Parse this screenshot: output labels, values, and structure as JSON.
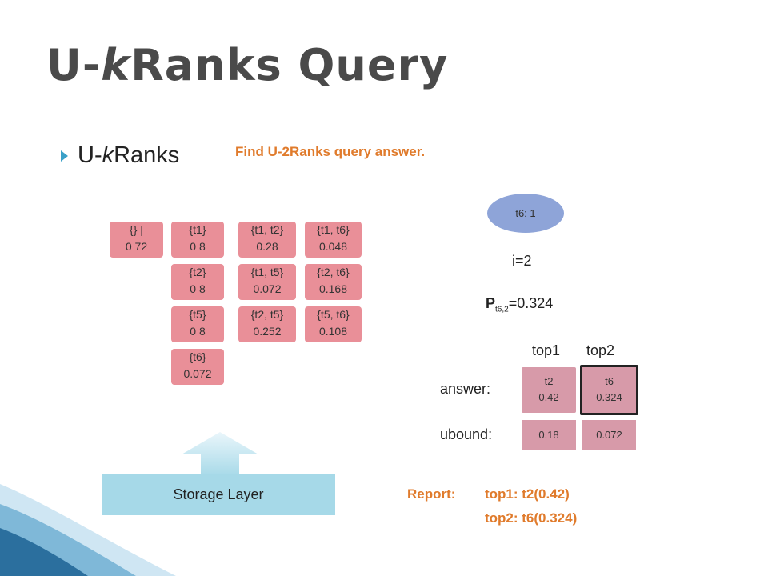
{
  "slide": {
    "title_prefix": "U-",
    "title_italic": "k",
    "title_suffix": "Ranks Query",
    "bullet_prefix": "U-",
    "bullet_italic": "k",
    "bullet_suffix": "Ranks",
    "task": "Find U-2Ranks query answer."
  },
  "worlds": [
    {
      "set": "{} |",
      "prob": "0  72"
    },
    {
      "set": "{t1}",
      "prob": "0  8"
    },
    {
      "set": "{t2}",
      "prob": "0  8"
    },
    {
      "set": "{t5}",
      "prob": "0  8"
    },
    {
      "set": "{t6}",
      "prob": "0.072"
    },
    {
      "set": "{t1, t2}",
      "prob": "0.28"
    },
    {
      "set": "{t1, t5}",
      "prob": "0.072"
    },
    {
      "set": "{t2, t5}",
      "prob": "0.252"
    },
    {
      "set": "{t1, t6}",
      "prob": "0.048"
    },
    {
      "set": "{t2, t6}",
      "prob": "0.168"
    },
    {
      "set": "{t5, t6}",
      "prob": "0.108"
    }
  ],
  "state": {
    "ellipse": "t6: 1",
    "iteration": "i=2",
    "prob_label": "P",
    "prob_sub": "t6,2",
    "prob_value": "=0.324"
  },
  "answer": {
    "col1": "top1",
    "col2": "top2",
    "label": "answer:",
    "items": [
      {
        "name": "t2",
        "value": "0.42"
      },
      {
        "name": "t6",
        "value": "0.324"
      }
    ],
    "ubound_label": "ubound:",
    "ubounds": [
      "0.18",
      "0.072"
    ]
  },
  "report": {
    "label": "Report:",
    "line1": "top1: t2(0.42)",
    "line2": "top2: t6(0.324)"
  },
  "storage": {
    "label": "Storage Layer"
  },
  "colors": {
    "world_box": "#e98f98",
    "answer_box": "#d79aa9",
    "ellipse": "#8ea4d8",
    "storage": "#a6d9e8",
    "accent": "#e07b2c"
  }
}
